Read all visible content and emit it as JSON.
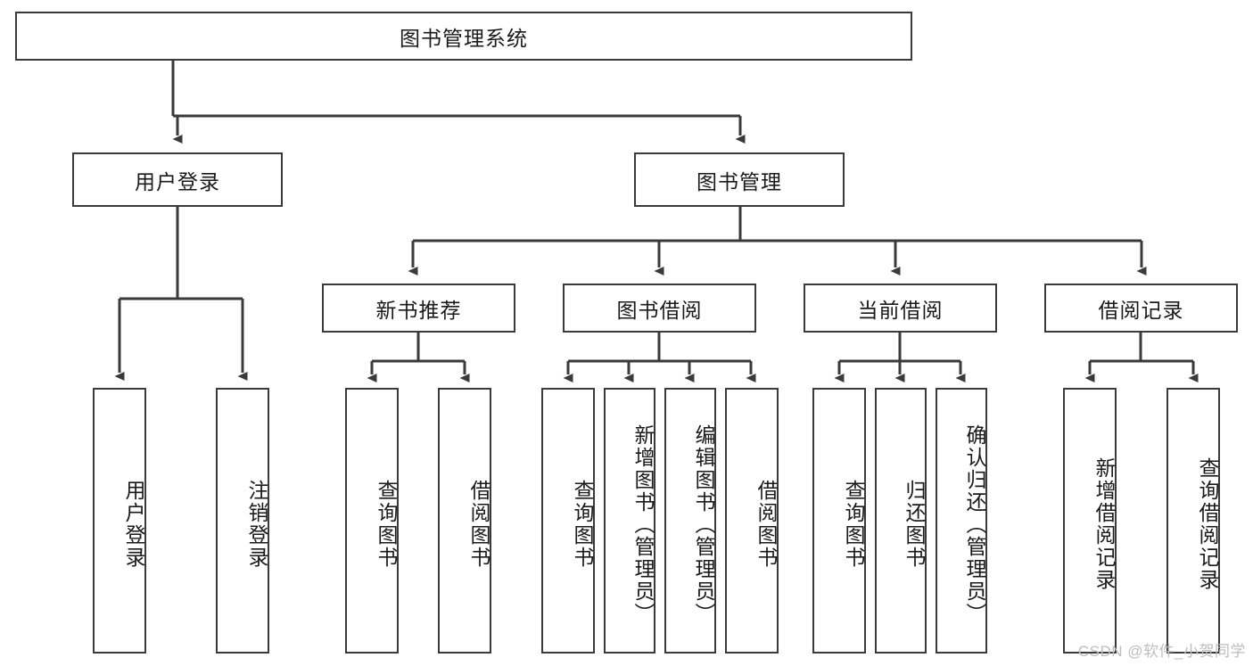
{
  "diagram": {
    "type": "tree-hierarchy",
    "title": "图书管理系统",
    "theme": {
      "background": "#ffffff",
      "box_border": "#3a3a3a",
      "box_fill": "#ffffff",
      "edge_color": "#3a3a3a",
      "text_color": "#1a1a1a",
      "watermark_color": "#bdbdbd"
    },
    "root": {
      "label": "图书管理系统",
      "orientation": "horizontal"
    },
    "level2": [
      {
        "label": "用户登录",
        "orientation": "horizontal"
      },
      {
        "label": "图书管理",
        "orientation": "horizontal"
      }
    ],
    "level3": [
      {
        "label": "新书推荐",
        "orientation": "horizontal"
      },
      {
        "label": "图书借阅",
        "orientation": "horizontal"
      },
      {
        "label": "当前借阅",
        "orientation": "horizontal"
      },
      {
        "label": "借阅记录",
        "orientation": "horizontal"
      }
    ],
    "leaves": {
      "user_login": [
        {
          "label": "用户登录",
          "orientation": "vertical"
        },
        {
          "label": "注销登录",
          "orientation": "vertical"
        }
      ],
      "new_book_recommend": [
        {
          "label": "查询图书",
          "orientation": "vertical"
        },
        {
          "label": "借阅图书",
          "orientation": "vertical"
        }
      ],
      "book_borrow": [
        {
          "label": "查询图书",
          "orientation": "vertical"
        },
        {
          "label": "新增图书（管理员）",
          "orientation": "vertical"
        },
        {
          "label": "编辑图书（管理员）",
          "orientation": "vertical"
        },
        {
          "label": "借阅图书",
          "orientation": "vertical"
        }
      ],
      "current_borrow": [
        {
          "label": "查询图书",
          "orientation": "vertical"
        },
        {
          "label": "归还图书",
          "orientation": "vertical"
        },
        {
          "label": "确认归还（管理员）",
          "orientation": "vertical"
        }
      ],
      "borrow_record": [
        {
          "label": "新增借阅记录",
          "orientation": "vertical"
        },
        {
          "label": "查询借阅记录",
          "orientation": "vertical"
        }
      ]
    },
    "watermark": "CSDN @软件_小贺同学"
  }
}
